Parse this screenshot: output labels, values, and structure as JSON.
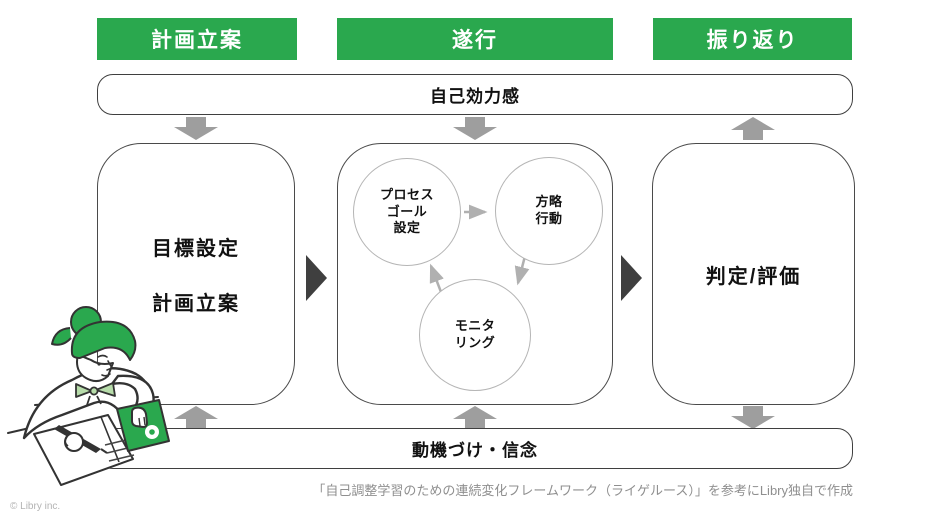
{
  "colors": {
    "green": "#2aa84e",
    "arrow_gray": "#9e9e9e",
    "chevron_dark": "#3f3f3f",
    "caption_gray": "#8f8f8f",
    "border_dark": "#3f3f3f",
    "box_border": "#4a4a4a",
    "circle_border": "#b5b5b5"
  },
  "phase_headers": [
    {
      "label": "計画立案"
    },
    {
      "label": "遂行"
    },
    {
      "label": "振り返り"
    }
  ],
  "self_efficacy_bar": {
    "label": "自己効力感"
  },
  "motivation_bar": {
    "label": "動機づけ・信念"
  },
  "planning_box": {
    "lines": [
      "目標設定",
      "計画立案"
    ]
  },
  "execution_box": {
    "circles": [
      {
        "lines": [
          "プロセス",
          "ゴール",
          "設定"
        ]
      },
      {
        "lines": [
          "方略",
          "行動"
        ]
      },
      {
        "lines": [
          "モニタ",
          "リング"
        ]
      }
    ]
  },
  "evaluation_box": {
    "label": "判定/評価"
  },
  "caption": "「自己調整学習のための連続変化フレームワーク（ライゲルース）」を参考にLibry独自で作成",
  "copyright": "© Libry inc."
}
